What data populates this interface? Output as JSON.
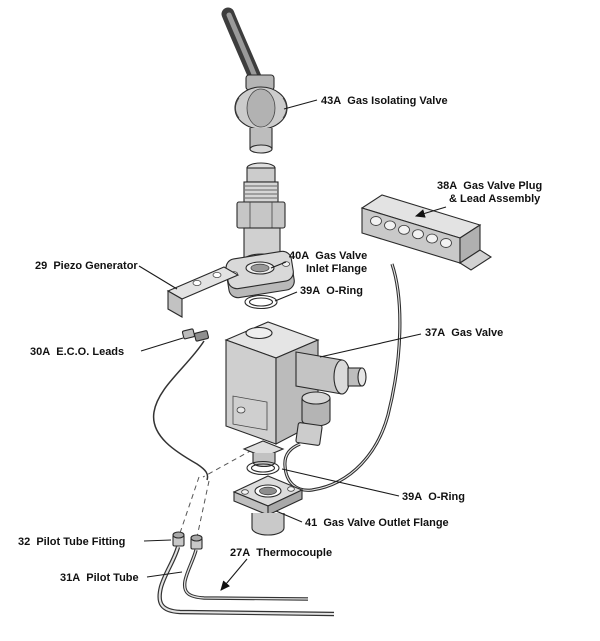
{
  "diagram": {
    "type": "exploded-parts-diagram",
    "subject": "gas valve assembly",
    "colors": {
      "background": "#ffffff",
      "line": "#1a1a1a",
      "label_text": "#111111",
      "metal_light": "#e2e2e2",
      "metal_mid": "#c9c9c9",
      "metal_dark": "#a8a8a8"
    }
  },
  "labels": {
    "isolating_valve": "43A  Gas Isolating Valve",
    "plug_line1": "38A  Gas Valve Plug",
    "plug_line2": "& Lead Assembly",
    "piezo": "29  Piezo Generator",
    "inlet_line1": "40A  Gas Valve",
    "inlet_line2": "Inlet Flange",
    "oring_top": "39A  O-Ring",
    "gas_valve": "37A  Gas Valve",
    "eco_leads": "30A  E.C.O. Leads",
    "oring_bottom": "39A  O-Ring",
    "outlet_flange": "41  Gas Valve Outlet Flange",
    "pilot_fitting": "32  Pilot Tube Fitting",
    "thermocouple": "27A  Thermocouple",
    "pilot_tube": "31A  Pilot Tube"
  }
}
